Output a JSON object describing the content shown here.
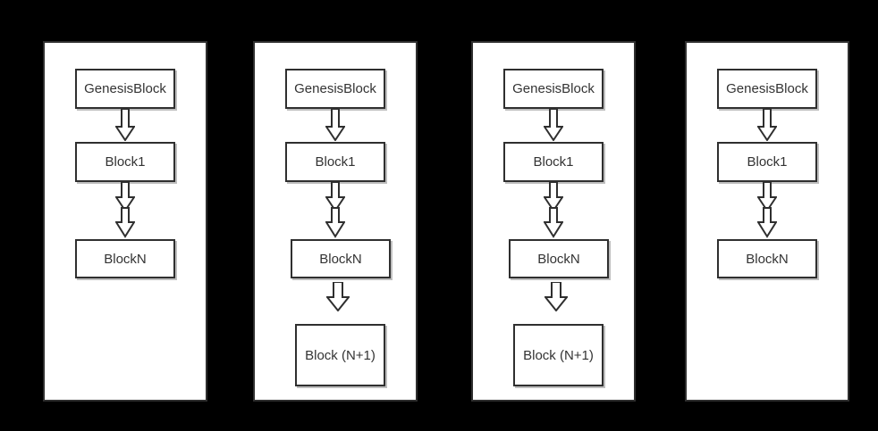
{
  "diagram": {
    "background_color": "#000000",
    "panel_fill": "#ffffff",
    "line_color": "#2f2f2f",
    "text_color": "#333333",
    "panels": [
      {
        "blocks": [
          "GenesisBlock",
          "Block1",
          "BlockN"
        ]
      },
      {
        "blocks": [
          "GenesisBlock",
          "Block1",
          "BlockN",
          "Block (N+1)"
        ]
      },
      {
        "blocks": [
          "GenesisBlock",
          "Block1",
          "BlockN",
          "Block (N+1)"
        ]
      },
      {
        "blocks": [
          "GenesisBlock",
          "Block1",
          "BlockN"
        ]
      }
    ]
  }
}
